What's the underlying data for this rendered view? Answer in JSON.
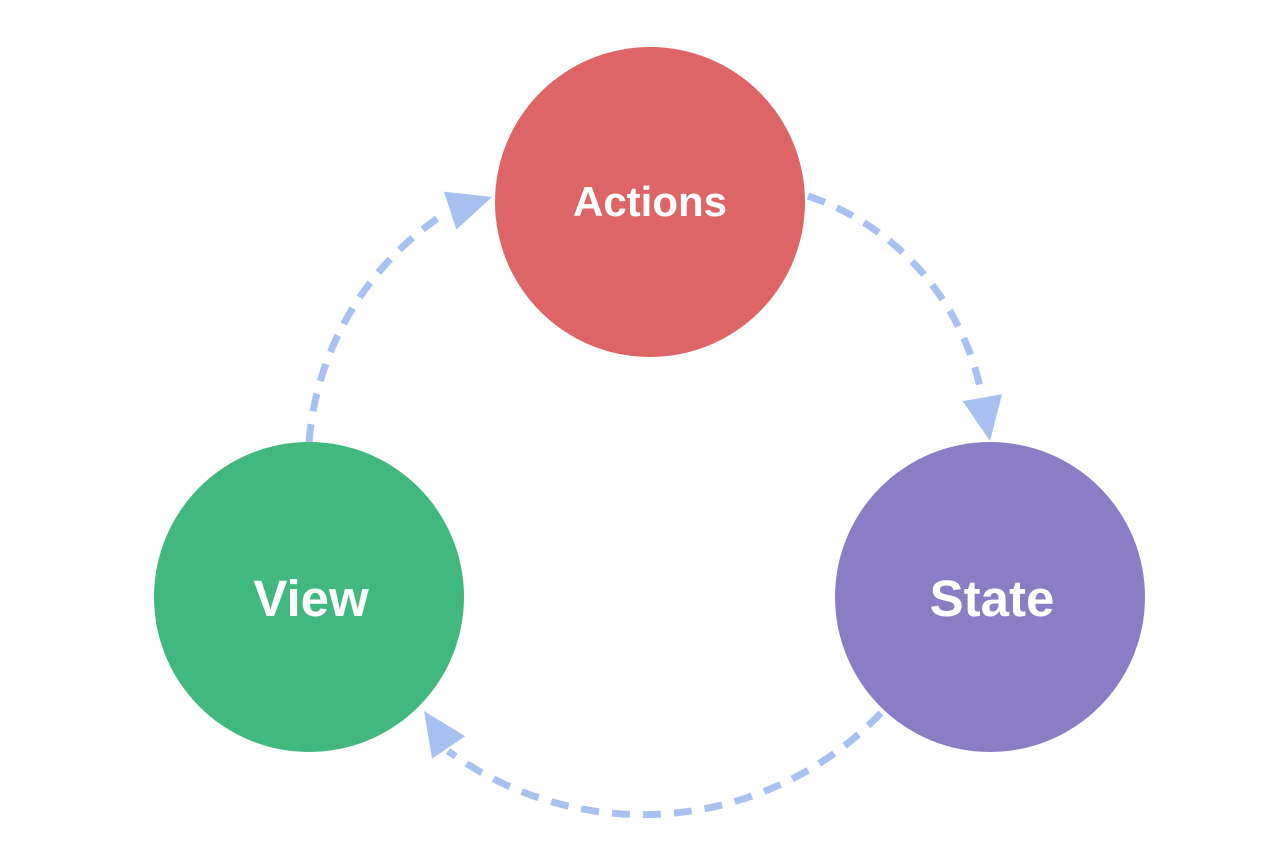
{
  "diagram": {
    "background_color": "#ffffff",
    "arrow_color": "#a8c1f1",
    "label_color": "#ffffff",
    "nodes": [
      {
        "id": "actions",
        "label": "Actions",
        "color": "#dd6566"
      },
      {
        "id": "state",
        "label": "State",
        "color": "#8b7dc3"
      },
      {
        "id": "view",
        "label": "View",
        "color": "#41b880"
      }
    ],
    "edges": [
      {
        "from": "actions",
        "to": "state"
      },
      {
        "from": "state",
        "to": "view"
      },
      {
        "from": "view",
        "to": "actions"
      }
    ]
  }
}
